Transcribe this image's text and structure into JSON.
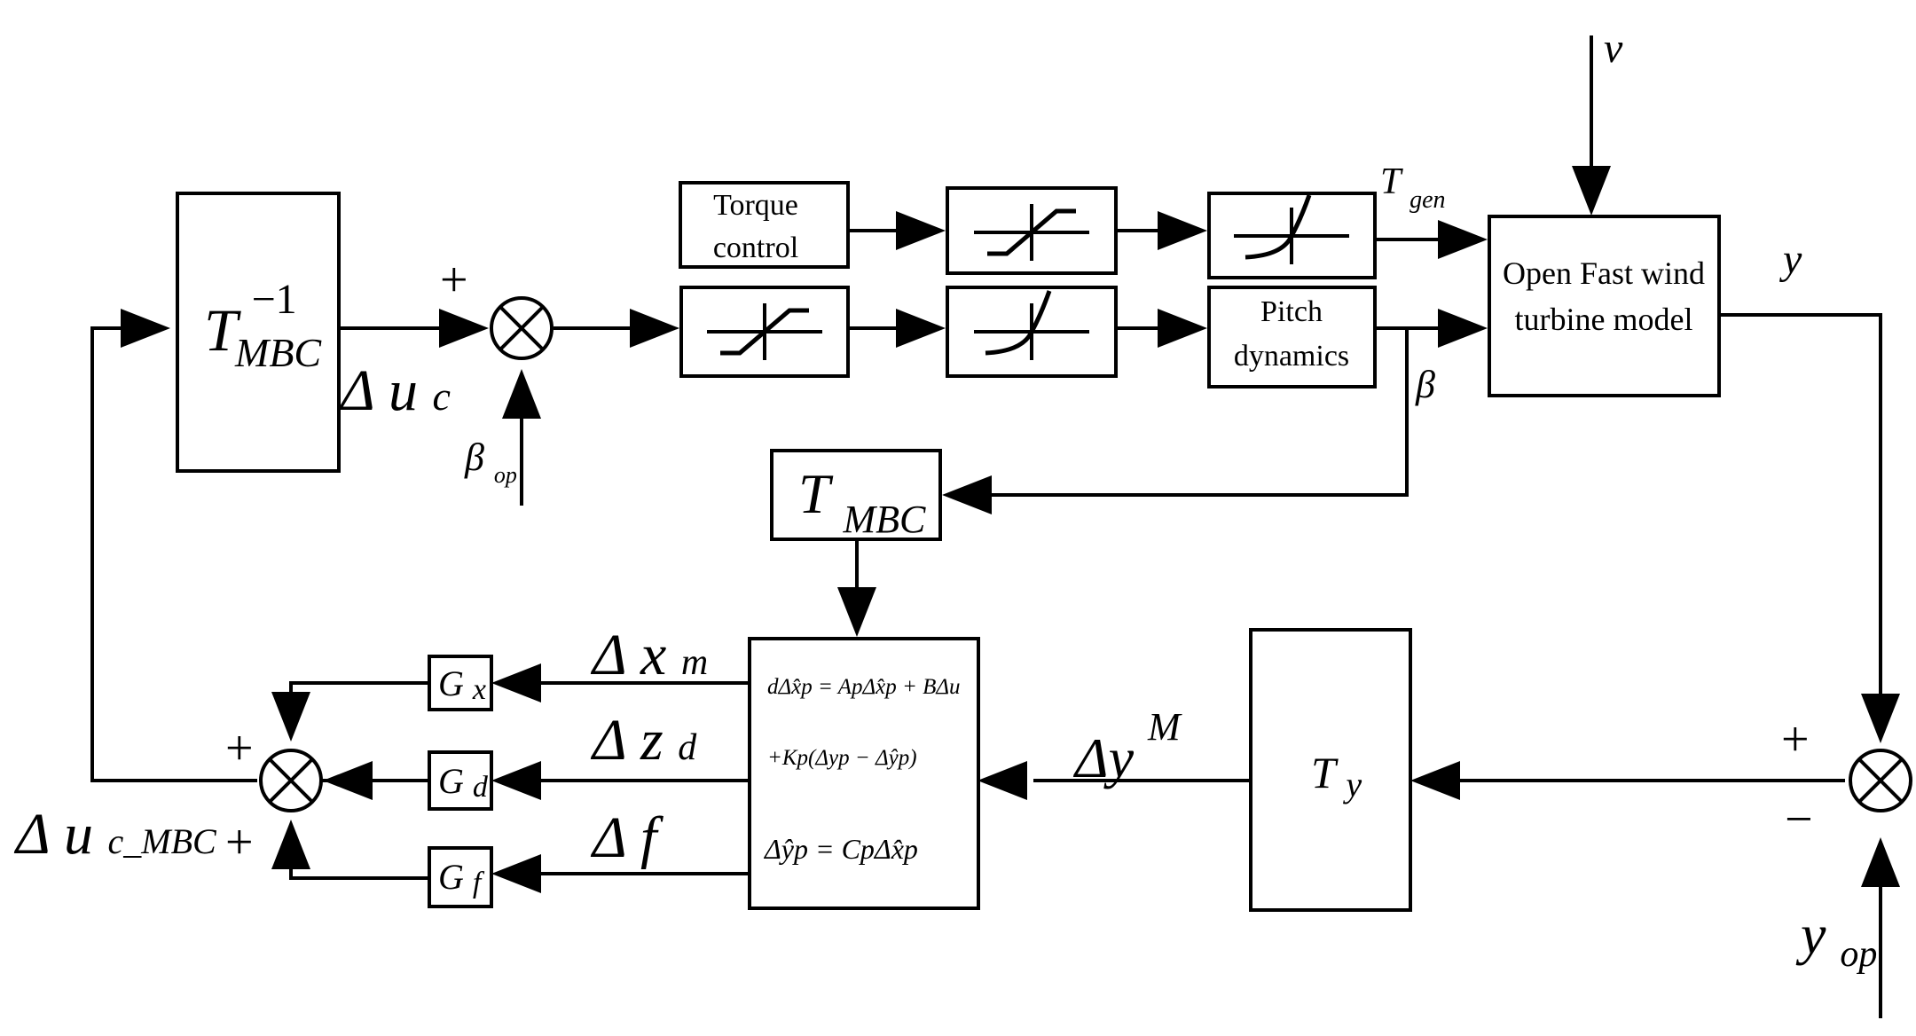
{
  "blocks": {
    "t_mbc_inv": {
      "symbol": "T",
      "sup": "−1",
      "sub": "MBC"
    },
    "t_mbc": {
      "symbol": "T",
      "sub": "MBC"
    },
    "torque_control": {
      "line1": "Torque",
      "line2": "control"
    },
    "pitch_dynamics": {
      "line1": "Pitch",
      "line2": "dynamics"
    },
    "turbine_model": {
      "line1": "Open Fast wind",
      "line2": "turbine model"
    },
    "t_y": {
      "symbol": "T",
      "sub": "y"
    },
    "g_x": {
      "symbol": "G",
      "sub": "x"
    },
    "g_d": {
      "symbol": "G",
      "sub": "d"
    },
    "g_f": {
      "symbol": "G",
      "sub": "f"
    },
    "observer": {
      "eq1": "dΔx̂p = ApΔx̂p + BΔu",
      "eq2": "+Kp(Δyp − Δŷp)",
      "eq3": "Δŷp = CpΔx̂p"
    }
  },
  "signals": {
    "v": "v",
    "y": "y",
    "t_gen": {
      "symbol": "T",
      "sub": "gen"
    },
    "beta": "β",
    "beta_op": {
      "symbol": "β",
      "sub": "op"
    },
    "delta_uc": {
      "symbol": "Δ u",
      "sub": "c"
    },
    "delta_uc_mbc": {
      "symbol": "Δ u",
      "sub": "c_MBC"
    },
    "delta_xm": {
      "symbol": "Δ x",
      "sub": "m"
    },
    "delta_zd": {
      "symbol": "Δ z",
      "sub": "d"
    },
    "delta_f": {
      "symbol": "Δ f"
    },
    "delta_y_m": {
      "symbol": "Δy",
      "sup": "M"
    },
    "y_op": {
      "symbol": "y",
      "sub": "op"
    }
  },
  "signs": {
    "plus": "+",
    "minus": "−"
  }
}
